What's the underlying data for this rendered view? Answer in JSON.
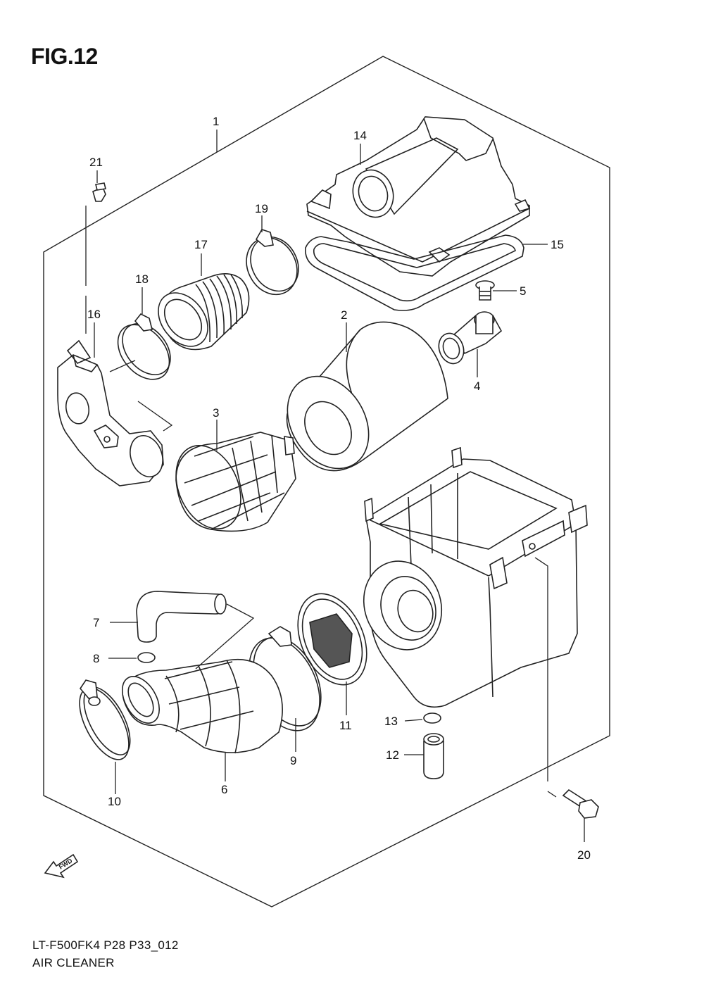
{
  "figure": {
    "title": "FIG.12",
    "model_code": "LT-F500FK4 P28 P33_012",
    "section_name": "AIR CLEANER"
  },
  "direction_arrow": {
    "label": "FWD",
    "icon": "fwd-arrow-icon"
  },
  "callouts": [
    {
      "id": "1",
      "label": "1"
    },
    {
      "id": "2",
      "label": "2"
    },
    {
      "id": "3",
      "label": "3"
    },
    {
      "id": "4",
      "label": "4"
    },
    {
      "id": "5",
      "label": "5"
    },
    {
      "id": "6",
      "label": "6"
    },
    {
      "id": "7",
      "label": "7"
    },
    {
      "id": "8",
      "label": "8"
    },
    {
      "id": "9",
      "label": "9"
    },
    {
      "id": "10",
      "label": "10"
    },
    {
      "id": "11",
      "label": "11"
    },
    {
      "id": "12",
      "label": "12"
    },
    {
      "id": "13",
      "label": "13"
    },
    {
      "id": "14",
      "label": "14"
    },
    {
      "id": "15",
      "label": "15"
    },
    {
      "id": "16",
      "label": "16"
    },
    {
      "id": "17",
      "label": "17"
    },
    {
      "id": "18",
      "label": "18"
    },
    {
      "id": "19",
      "label": "19"
    },
    {
      "id": "20",
      "label": "20"
    },
    {
      "id": "21",
      "label": "21"
    }
  ]
}
